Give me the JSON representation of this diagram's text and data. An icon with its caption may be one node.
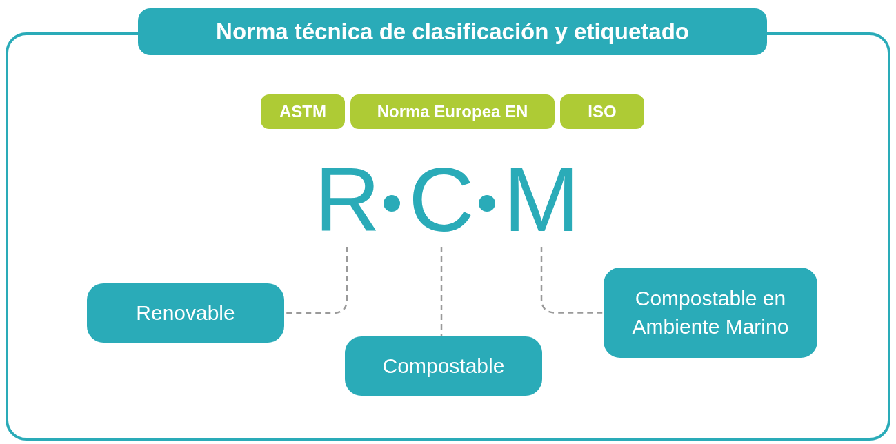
{
  "diagram": {
    "nodes": [
      {
        "text": [
          "Norma técnica de clasificación y etiquetado"
        ]
      },
      {
        "text": [
          "ASTM"
        ],
        "in": 0
      },
      {
        "text": [
          "Norma Europea EN"
        ],
        "in": 0
      },
      {
        "text": [
          "ISO"
        ],
        "in": 0
      },
      {
        "text": [
          "R"
        ],
        "in": 0
      },
      {
        "text": [
          "C"
        ],
        "in": 0
      },
      {
        "text": [
          "M"
        ],
        "in": 0
      },
      {
        "text": [
          "Renovable"
        ],
        "in": 0
      },
      {
        "text": [
          "Compostable"
        ],
        "in": 0
      },
      {
        "text": [
          "Compostable en Ambiente Marino"
        ],
        "in": 0
      }
    ],
    "edges": [
      {
        "from": 4,
        "to": 7,
        "arrow": "none",
        "style": "dashed"
      },
      {
        "from": 5,
        "to": 8,
        "arrow": "none",
        "style": "dashed"
      },
      {
        "from": 6,
        "to": 9,
        "arrow": "none",
        "style": "dashed"
      }
    ]
  }
}
